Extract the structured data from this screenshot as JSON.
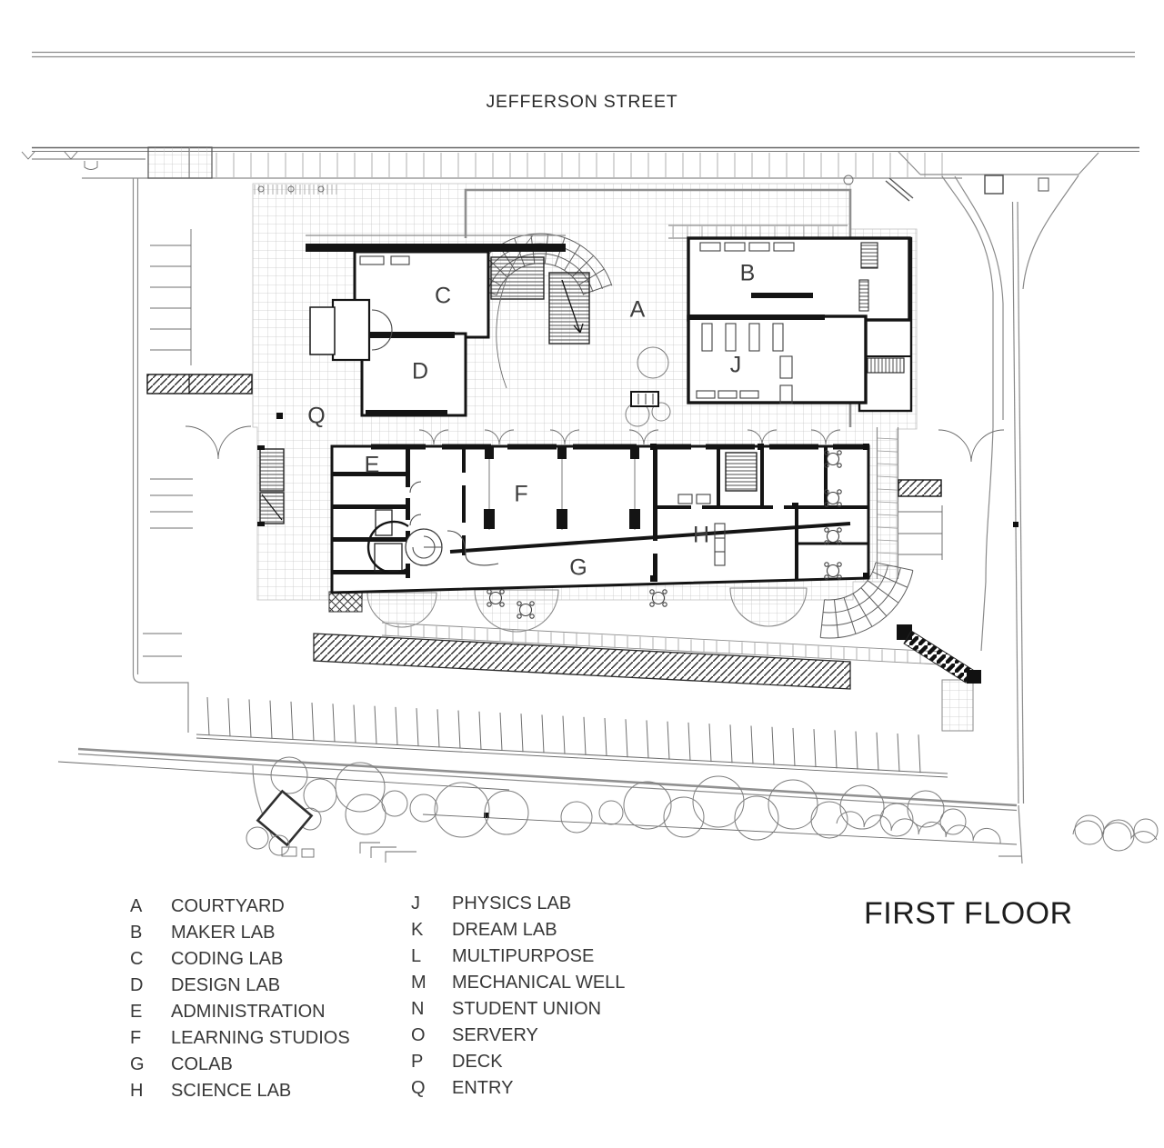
{
  "street": {
    "label": "JEFFERSON STREET"
  },
  "sheet_title": "FIRST FLOOR",
  "plan_labels": {
    "A": "A",
    "B": "B",
    "C": "C",
    "D": "D",
    "E": "E",
    "F": "F",
    "G": "G",
    "H": "H",
    "J": "J",
    "Q": "Q"
  },
  "legend": {
    "column1": [
      {
        "key": "A",
        "label": "COURTYARD"
      },
      {
        "key": "B",
        "label": "MAKER LAB"
      },
      {
        "key": "C",
        "label": "CODING LAB"
      },
      {
        "key": "D",
        "label": "DESIGN LAB"
      },
      {
        "key": "E",
        "label": "ADMINISTRATION"
      },
      {
        "key": "F",
        "label": "LEARNING STUDIOS"
      },
      {
        "key": "G",
        "label": "COLAB"
      },
      {
        "key": "H",
        "label": "SCIENCE LAB"
      }
    ],
    "column2": [
      {
        "key": "J",
        "label": "PHYSICS LAB"
      },
      {
        "key": "K",
        "label": "DREAM LAB"
      },
      {
        "key": "L",
        "label": "MULTIPURPOSE"
      },
      {
        "key": "M",
        "label": "MECHANICAL WELL"
      },
      {
        "key": "N",
        "label": "STUDENT UNION"
      },
      {
        "key": "O",
        "label": "SERVERY"
      },
      {
        "key": "P",
        "label": "DECK"
      },
      {
        "key": "Q",
        "label": "ENTRY"
      }
    ]
  },
  "colors": {
    "background": "#ffffff",
    "building_wall": "#141414",
    "site_line": "#8a8a8a",
    "paving_grid": "#c8c8c8",
    "text": "#3d3d3d"
  }
}
